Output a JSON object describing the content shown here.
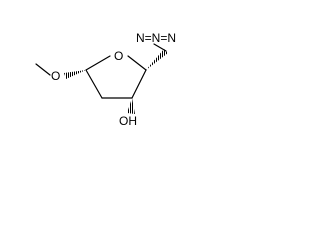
{
  "molecule": {
    "atoms": {
      "ring_oxygen": "O",
      "methoxy_oxygen": "O",
      "hydroxyl": "OH",
      "azide": "N=N=N"
    }
  }
}
